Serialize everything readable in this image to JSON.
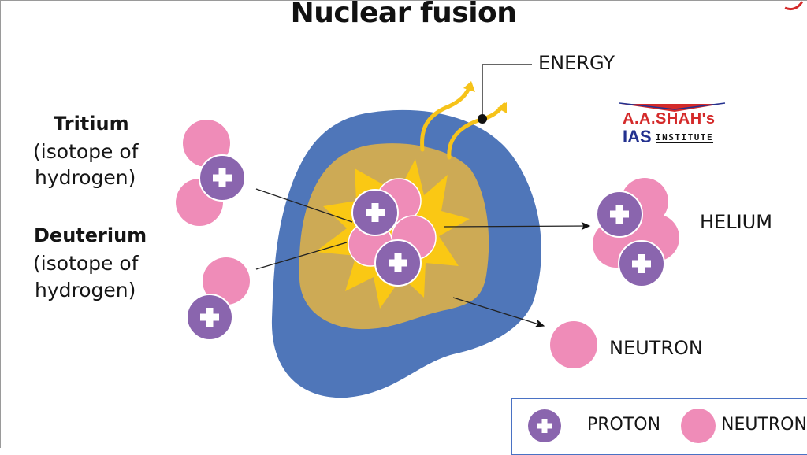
{
  "title": "Nuclear fusion",
  "labels": {
    "tritium_name": "Tritium",
    "tritium_desc_1": "(isotope of",
    "tritium_desc_2": "hydrogen)",
    "deuterium_name": "Deuterium",
    "deuterium_desc_1": "(isotope of",
    "deuterium_desc_2": "hydrogen)",
    "energy": "ENERGY",
    "helium": "HELIUM",
    "neutron": "NEUTRON"
  },
  "logo": {
    "line1": "A.A.SHAH's",
    "line2_bold": "IAS",
    "line2_rest": "INSTITUTE"
  },
  "legend": {
    "items": [
      {
        "icon": "proton-icon",
        "label": "PROTON"
      },
      {
        "icon": "neutron-icon",
        "label": "NEUTRON"
      }
    ]
  },
  "colors": {
    "proton": "#8a65ae",
    "neutron": "#ef8cb8",
    "outer_blob": "#4f76b9",
    "inner_blob": "#cdaa55",
    "star": "#fac814",
    "energy_arrow": "#f6c31a",
    "logo_red": "#d42a2a",
    "logo_blue": "#23318f"
  }
}
